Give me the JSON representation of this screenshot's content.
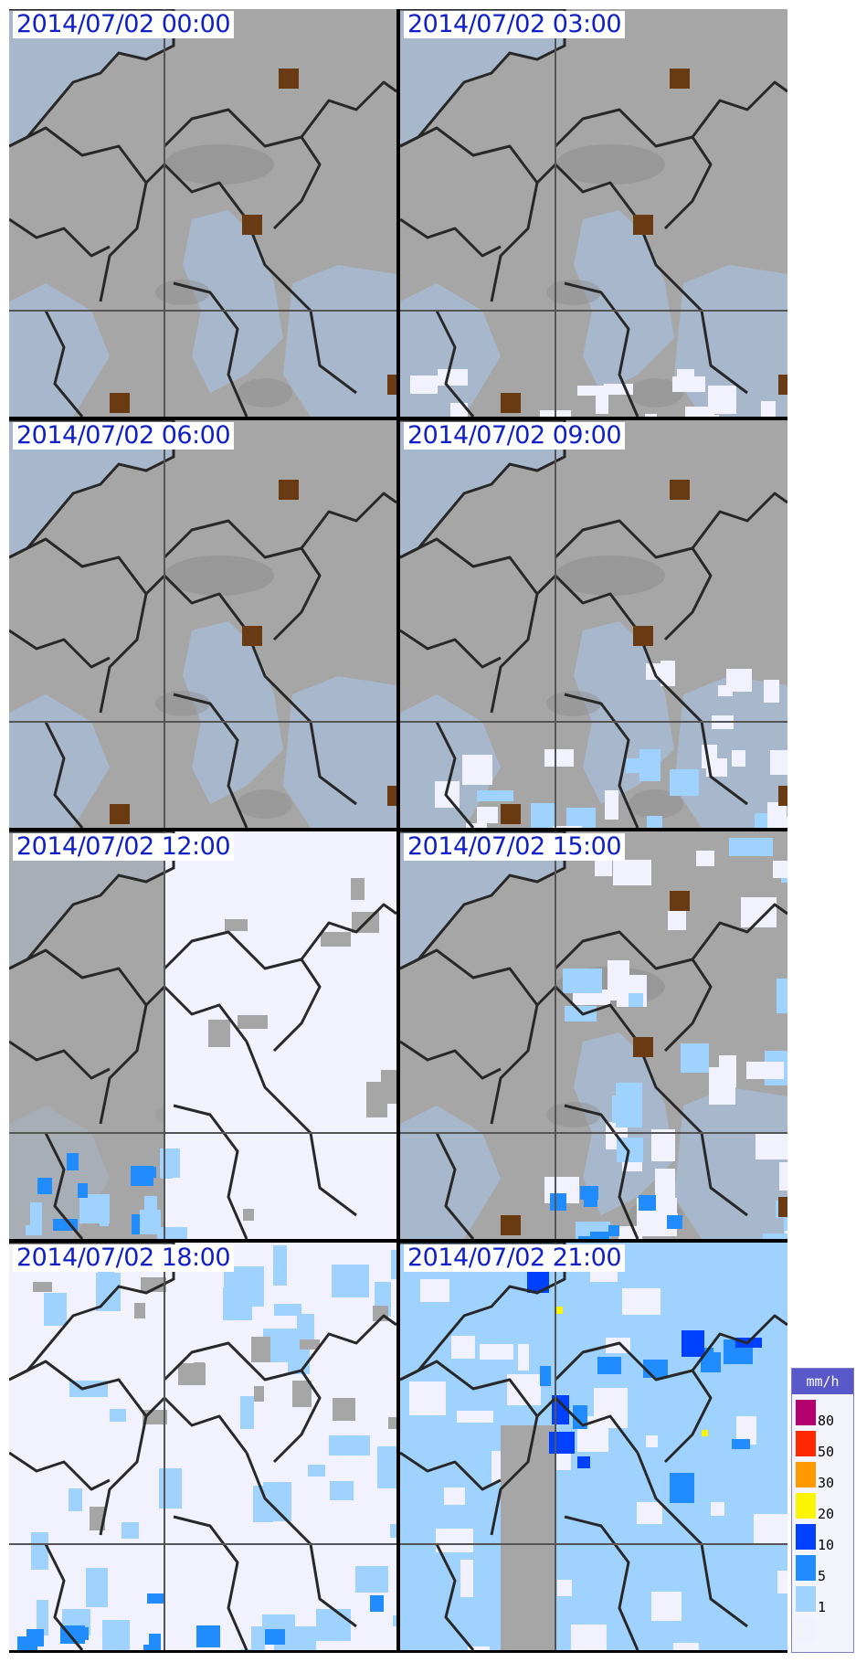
{
  "panels": [
    {
      "timestamp": "2014/07/02 00:00",
      "rain_state": "none"
    },
    {
      "timestamp": "2014/07/02 03:00",
      "rain_state": "light-south"
    },
    {
      "timestamp": "2014/07/02 06:00",
      "rain_state": "none"
    },
    {
      "timestamp": "2014/07/02 09:00",
      "rain_state": "light-southeast"
    },
    {
      "timestamp": "2014/07/02 12:00",
      "rain_state": "widespread-light-east"
    },
    {
      "timestamp": "2014/07/02 15:00",
      "rain_state": "scattered-light"
    },
    {
      "timestamp": "2014/07/02 18:00",
      "rain_state": "widespread-light"
    },
    {
      "timestamp": "2014/07/02 21:00",
      "rain_state": "moderate-with-heavy-cells"
    }
  ],
  "legend": {
    "unit": "mm/h",
    "levels": [
      {
        "label": "80",
        "color": "#b4006e"
      },
      {
        "label": "50",
        "color": "#ff2800"
      },
      {
        "label": "30",
        "color": "#ff9900"
      },
      {
        "label": "20",
        "color": "#faf500"
      },
      {
        "label": "10",
        "color": "#0041ff"
      },
      {
        "label": "5",
        "color": "#218cff"
      },
      {
        "label": "1",
        "color": "#a0d2ff"
      },
      {
        "label": "",
        "color": "#f2f2ff"
      }
    ]
  },
  "map_colors": {
    "land": "#a6a6a6",
    "sea": "#a8b8cc",
    "mountain": "#8c8c8c",
    "city_marker": "#6a3a12",
    "border": "#282828"
  }
}
